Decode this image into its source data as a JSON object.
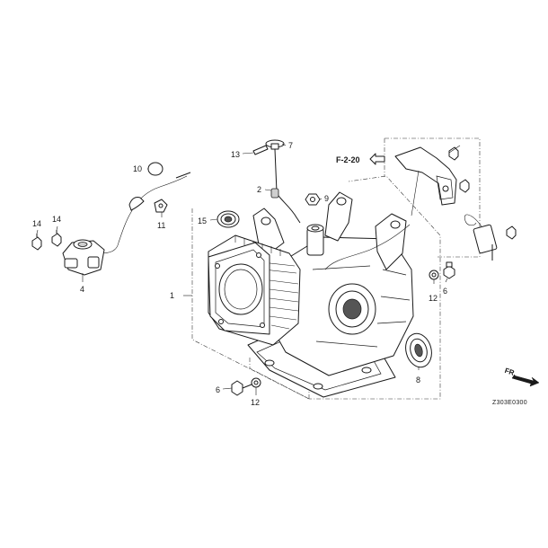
{
  "callouts": {
    "c1": "1",
    "c2": "2",
    "c4": "4",
    "c6a": "6",
    "c6b": "6",
    "c7": "7",
    "c8": "8",
    "c9": "9",
    "c10": "10",
    "c11": "11",
    "c12a": "12",
    "c12b": "12",
    "c13": "13",
    "c14a": "14",
    "c14b": "14",
    "c15": "15"
  },
  "reference": "F-2-20",
  "direction_label": "FR.",
  "diagram_code": "Z303E0300"
}
